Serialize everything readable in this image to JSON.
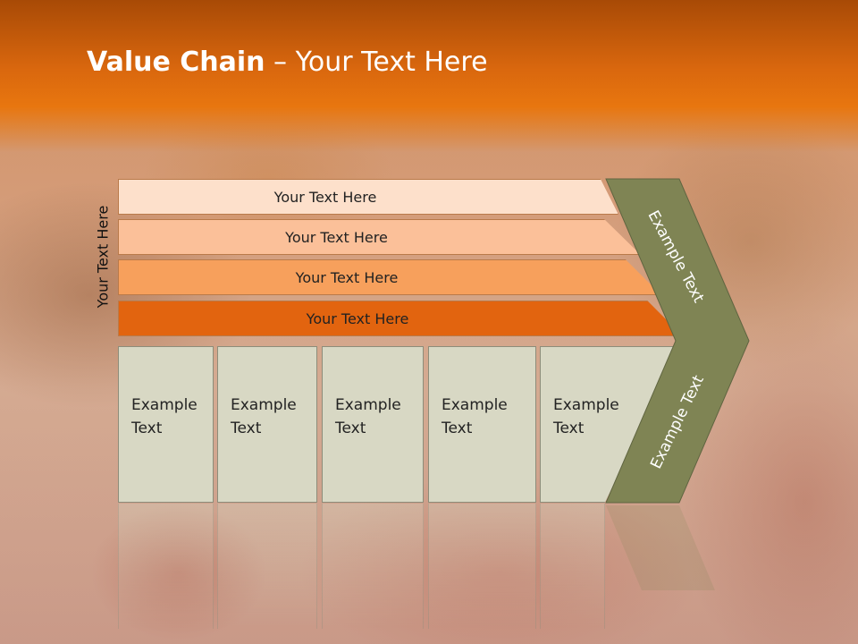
{
  "title": {
    "bold": "Value Chain",
    "rest": " – Your Text Here"
  },
  "side_label": "Your Text Here",
  "bars": [
    {
      "label": "Your Text Here",
      "color": "#fde0cb"
    },
    {
      "label": "Your Text Here",
      "color": "#fbc099"
    },
    {
      "label": "Your Text Here",
      "color": "#f7a05c"
    },
    {
      "label": "Your Text Here",
      "color": "#e2640f"
    }
  ],
  "boxes": [
    {
      "line1": "Example",
      "line2": "Text"
    },
    {
      "line1": "Example",
      "line2": "Text"
    },
    {
      "line1": "Example",
      "line2": "Text"
    },
    {
      "line1": "Example",
      "line2": "Text"
    },
    {
      "line1": "Example",
      "line2": "Text"
    }
  ],
  "chevron": {
    "top_label": "Example Text",
    "bottom_label": "Example Text",
    "color": "#7f8454"
  },
  "colors": {
    "header_orange": "#e8760f",
    "box_fill": "#d8d8c4"
  }
}
